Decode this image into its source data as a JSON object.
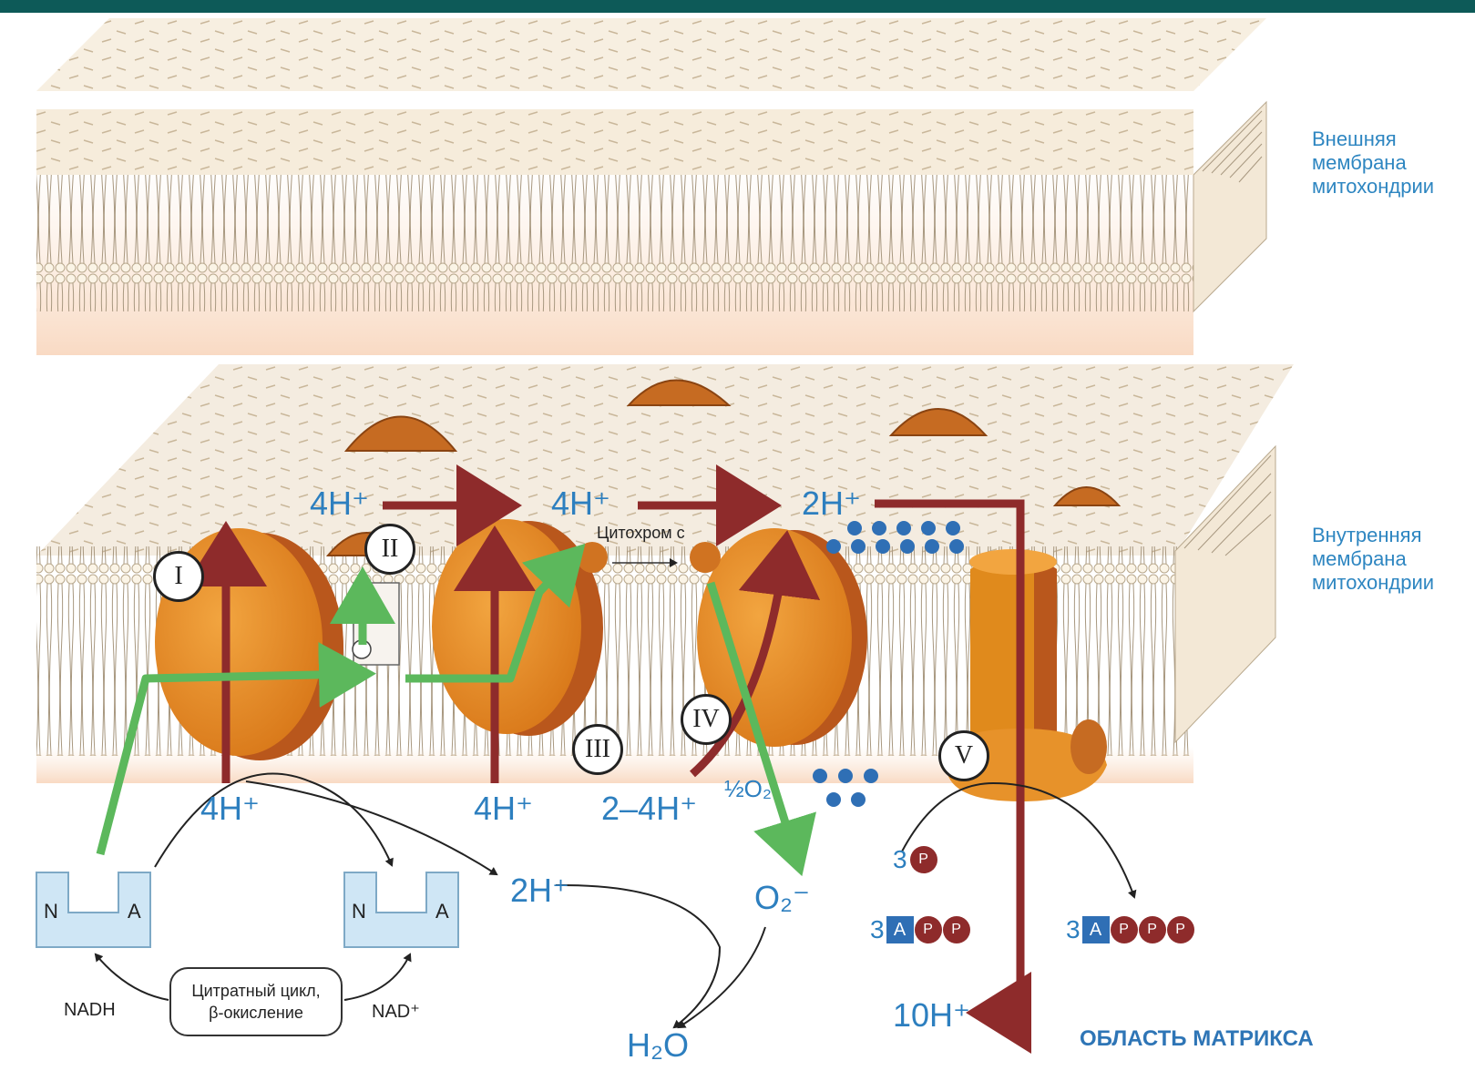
{
  "labels": {
    "outer_membrane": "Внешняя\nмембрана\nмитохондрии",
    "inner_membrane": "Внутренняя\nмембрана\nмитохондрии",
    "matrix": "ОБЛАСТЬ МАТРИКСА",
    "cytochrome": "Цитохром с",
    "cycle": "Цитратный цикл,\nβ-окисление",
    "nadh": "NADH",
    "nad_plus": "NAD⁺",
    "water": "H₂O",
    "superoxide": "O₂⁻",
    "half_o2": "½O₂",
    "adp_count": "3",
    "pi_count": "3",
    "atp_count": "3",
    "n_left": "N",
    "a_left": "A",
    "n_right": "N",
    "a_right": "A"
  },
  "complexes": [
    "I",
    "II",
    "III",
    "IV",
    "V"
  ],
  "proton_labels": {
    "ims_1": "4H⁺",
    "ims_2": "4H⁺",
    "ims_3": "2H⁺",
    "matrix_1": "4H⁺",
    "matrix_2": "4H⁺",
    "matrix_3": "2–4H⁺",
    "free": "2H⁺",
    "synthase": "10H⁺"
  },
  "phosphate_symbols": {
    "adenosine": "A",
    "phosphate": "P"
  },
  "colors": {
    "topbar": "#0d5a58",
    "protein": "#e08a1c",
    "protein_dark": "#b4561a",
    "proton_arrow": "#8e2b2b",
    "electron_arrow": "#5cb85c",
    "text_blue": "#2d7fbf",
    "nad_fill": "#cfe6f5"
  }
}
